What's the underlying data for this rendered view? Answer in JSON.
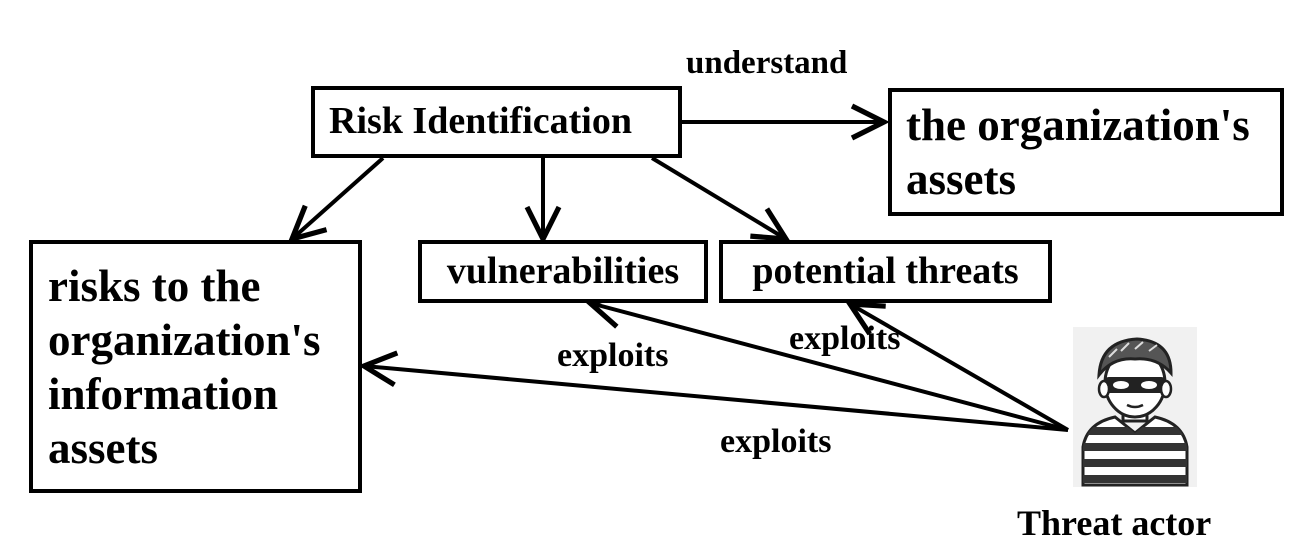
{
  "nodes": {
    "risk_identification": "Risk Identification",
    "org_assets": "the organization's assets",
    "info_risks": "risks to the organization's information assets",
    "vulnerabilities": "vulnerabilities",
    "potential_threats": "potential threats",
    "threat_actor": "Threat actor"
  },
  "edge_labels": {
    "understand": "understand",
    "exploits_threats": "exploits",
    "exploits_vulnerabilities": "exploits",
    "exploits_risks": "exploits"
  },
  "icons": {
    "threat_actor": "masked-burglar-icon"
  }
}
